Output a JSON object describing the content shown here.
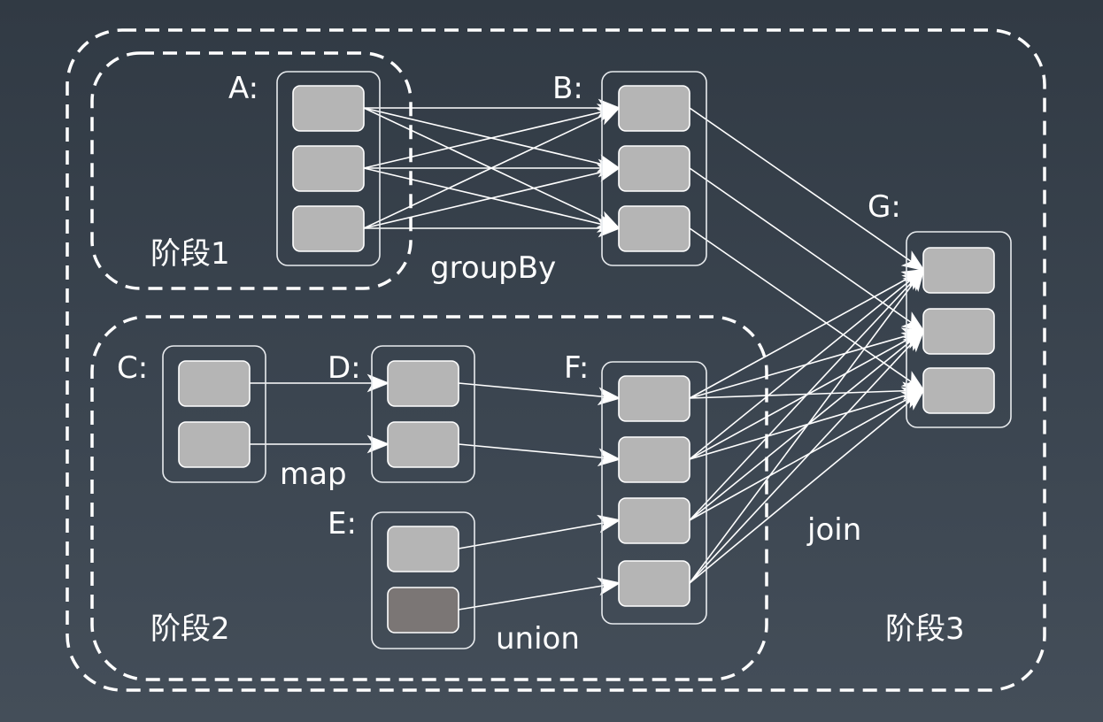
{
  "nodes": [
    {
      "id": "A",
      "label": "A:"
    },
    {
      "id": "B",
      "label": "B:"
    },
    {
      "id": "C",
      "label": "C:"
    },
    {
      "id": "D",
      "label": "D:"
    },
    {
      "id": "E",
      "label": "E:"
    },
    {
      "id": "F",
      "label": "F:"
    },
    {
      "id": "G",
      "label": "G:"
    }
  ],
  "operations": {
    "groupBy": "groupBy",
    "map": "map",
    "union": "union",
    "join": "join"
  },
  "stages": {
    "stage1": "阶段1",
    "stage2": "阶段2",
    "stage3": "阶段3"
  },
  "colors": {
    "partition": "#b5b5b5",
    "partition_dark": "#7b7675",
    "line": "#ffffff"
  }
}
